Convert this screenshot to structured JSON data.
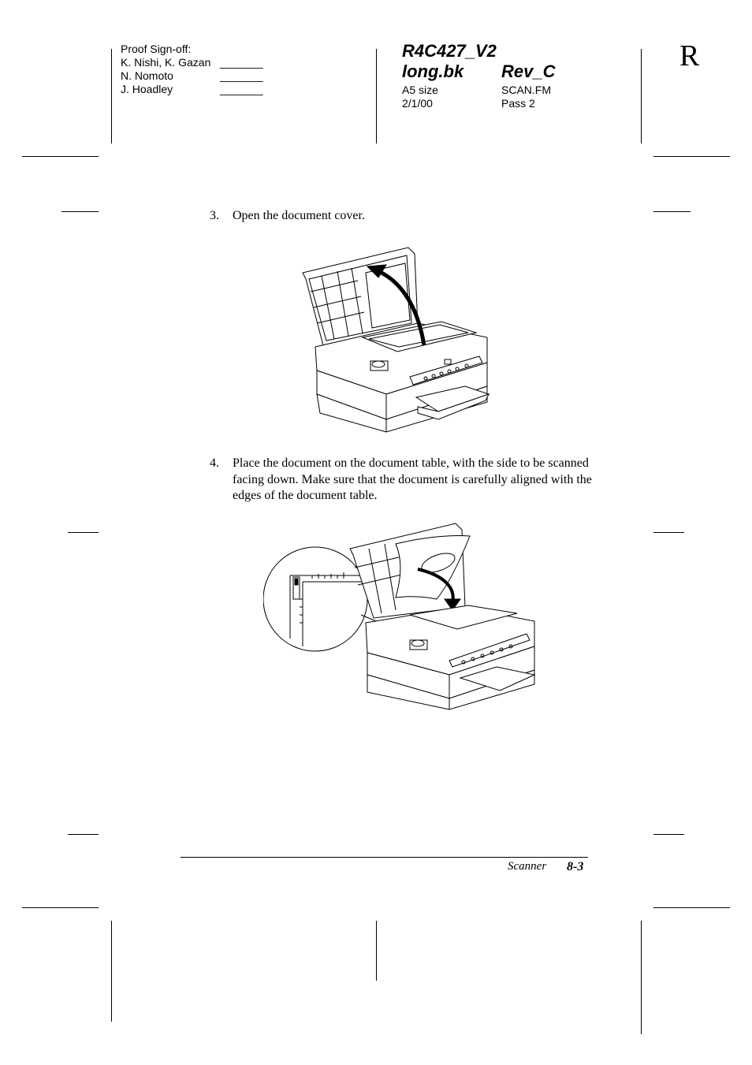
{
  "signoff": {
    "title": "Proof Sign-off:",
    "names": [
      "K. Nishi, K. Gazan",
      "N. Nomoto",
      "J. Hoadley"
    ],
    "blank": "_______"
  },
  "file": {
    "line1": "R4C427_V2",
    "line2": "long.bk",
    "rev": "Rev_C",
    "size": "A5 size",
    "date": "2/1/00",
    "filename": "SCAN.FM",
    "pass": "Pass 2"
  },
  "mark": "R",
  "steps": [
    {
      "num": "3.",
      "text": "Open the document cover."
    },
    {
      "num": "4.",
      "text": "Place the document on the document table, with the side to be scanned facing down. Make sure that the document is carefully aligned with the edges of the document table."
    }
  ],
  "footer": {
    "section": "Scanner",
    "page": "8-3"
  }
}
